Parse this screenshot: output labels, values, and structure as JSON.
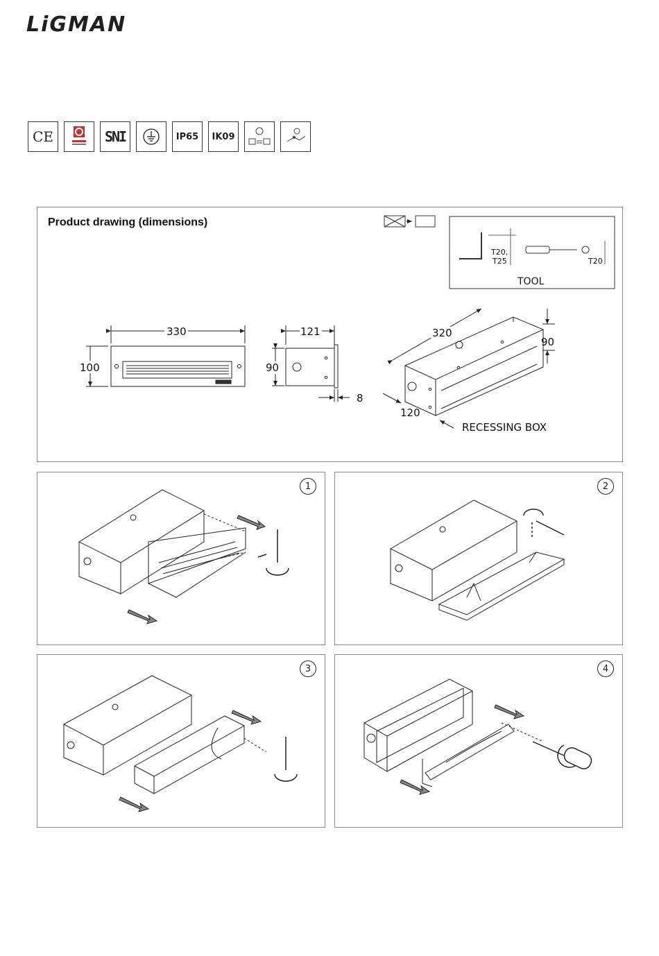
{
  "brand": {
    "logo_text": "LiGMAN"
  },
  "certifications": [
    {
      "label": "CE",
      "icon": "ce-mark-icon"
    },
    {
      "label": "",
      "icon": "quality-cert-icon"
    },
    {
      "label": "SNI",
      "icon": "sni-mark-icon"
    },
    {
      "label": "",
      "icon": "earth-ground-icon"
    },
    {
      "label": "IP65",
      "icon": "ip-rating-icon"
    },
    {
      "label": "IK09",
      "icon": "ik-rating-icon"
    },
    {
      "label": "",
      "icon": "voltage-selector-icon"
    },
    {
      "label": "",
      "icon": "wiring-icon"
    }
  ],
  "product_drawing": {
    "title": "Product drawing (dimensions)",
    "front_width": "330",
    "front_height": "100",
    "side_depth": "121",
    "side_height": "90",
    "side_flange": "8",
    "box_length": "320",
    "box_height": "90",
    "box_width": "120",
    "box_label": "RECESSING BOX",
    "tool": {
      "label": "TOOL",
      "hex_key_sizes": "T20,",
      "hex_key_sizes_2": "T25",
      "screwdriver_size": "T20"
    }
  },
  "steps": [
    {
      "number": "1"
    },
    {
      "number": "2"
    },
    {
      "number": "3"
    },
    {
      "number": "4"
    }
  ],
  "colors": {
    "line": "#333333",
    "border": "#888888"
  }
}
